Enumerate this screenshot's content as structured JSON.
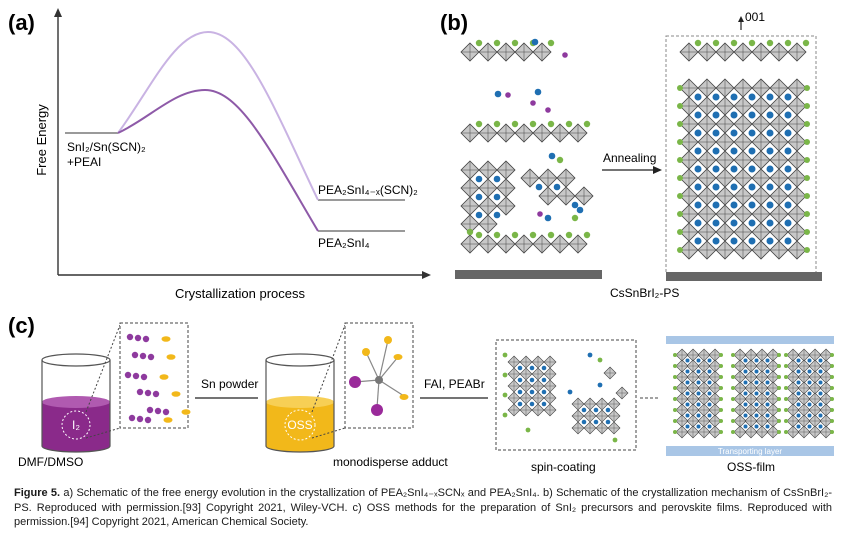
{
  "panel_a": {
    "label": "(a)",
    "ylabel": "Free Energy",
    "xlabel": "Crystallization process",
    "start_label_line1": "SnI₂/Sn(SCN)₂",
    "start_label_line2": "+PEAI",
    "product1": "PEA₂SnI₄₋ₓ(SCN)₂",
    "product2": "PEA₂SnI₄",
    "colors": {
      "high_curve": "#c9b3e3",
      "low_curve": "#8e5aa8",
      "baseline": "#9a9a9a"
    }
  },
  "panel_b": {
    "label": "(b)",
    "annealing": "Annealing",
    "orientation": "001",
    "product": "CsSnBrI₂-PS"
  },
  "panel_c": {
    "label": "(c)",
    "beaker1_text": "I₂",
    "solvent": "DMF/DMSO",
    "step1": "Sn powder",
    "beaker2_text": "OSS",
    "adduct": "monodisperse adduct",
    "step2": "FAI, PEABr",
    "spin": "spin-coating",
    "layer": "Transporting layer",
    "film": "OSS-film",
    "colors": {
      "purple": "#8a2a8a",
      "yellow": "#f2b81a",
      "blue_bar": "#a9c6e6"
    }
  },
  "caption": {
    "figure_label": "Figure 5.",
    "text": "a) Schematic of the free energy evolution in the crystallization of PEA₂SnI₄₋ₓSCNₓ and PEA₂SnI₄. b) Schematic of the crystallization mechanism of CsSnBrI₂-PS. Reproduced with permission.[93] Copyright 2021, Wiley-VCH. c) OSS methods for the preparation of SnI₂ precursors and perovskite films. Reproduced with permission.[94] Copyright 2021, American Chemical Society."
  }
}
